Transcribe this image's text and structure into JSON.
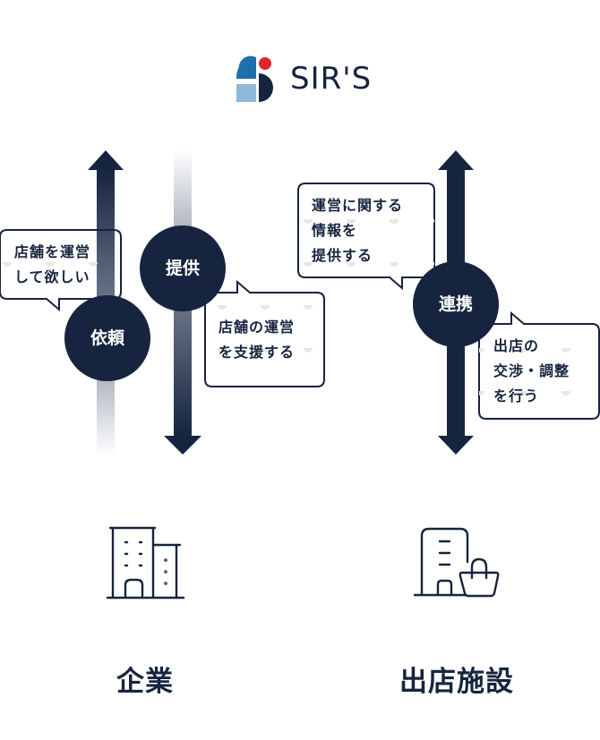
{
  "logo": {
    "text": "SIR'S",
    "colors": {
      "navy": "#16243f",
      "blue": "#1f6fa8",
      "light_blue": "#8fb7d8",
      "red": "#e0242e"
    }
  },
  "colors": {
    "navy": "#16243f",
    "bubble_border": "#16243f",
    "dot": "#e6e6e6",
    "fade": "#d9dce3"
  },
  "flows": {
    "request": {
      "label": "依頼",
      "direction": "up",
      "bubble": "店舗を運営\nして欲しい"
    },
    "provide": {
      "label": "提供",
      "direction": "down",
      "bubble": "店舗の運営\nを支援する"
    },
    "cooperate": {
      "label": "連携",
      "direction": "both",
      "bubble_upper": "運営に関する\n情報を\n提供する",
      "bubble_lower": "出店の\n交渉・調整\nを行う"
    }
  },
  "entities": {
    "company": {
      "label": "企業",
      "icon": "office-building-icon"
    },
    "facility": {
      "label": "出店施設",
      "icon": "store-building-shopping-bag-icon"
    }
  }
}
